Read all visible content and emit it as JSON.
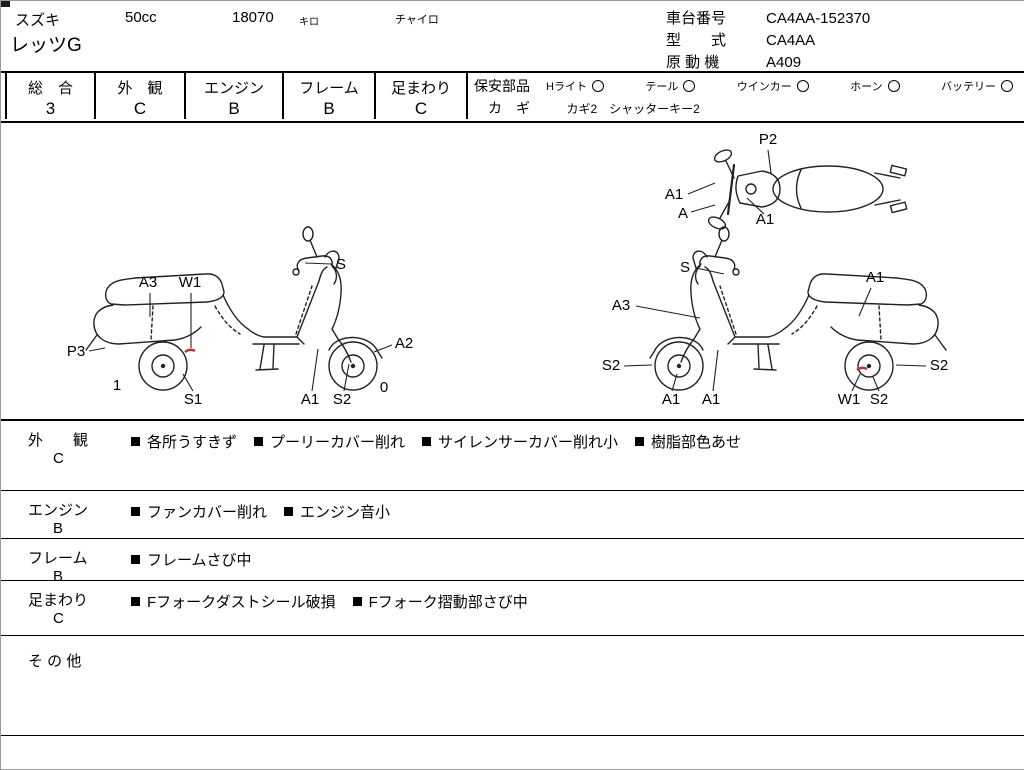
{
  "header": {
    "maker": "スズキ",
    "displacement": "50cc",
    "mileage": "18070",
    "mileage_unit": "キロ",
    "color": "チャイロ",
    "model": "レッツG",
    "chassis_label": "車台番号",
    "chassis_value": "CA4AA-152370",
    "type_label": "型　　式",
    "type_value": "CA4AA",
    "engine_label": "原 動 機",
    "engine_value": "A409"
  },
  "ratings": [
    {
      "label": "総　合",
      "value": "3"
    },
    {
      "label": "外　観",
      "value": "C"
    },
    {
      "label": "エンジン",
      "value": "B"
    },
    {
      "label": "フレーム",
      "value": "B"
    },
    {
      "label": "足まわり",
      "value": "C"
    }
  ],
  "safety": {
    "title": "保安部品",
    "items": [
      "Hライト",
      "テール",
      "ウインカー",
      "ホーン",
      "バッテリー"
    ],
    "keys_label": "カ　ギ",
    "keys_value": "カギ2　シャッターキー2"
  },
  "diagram": {
    "top_view": {
      "labels": [
        "P2",
        "A1",
        "A",
        "A1"
      ]
    },
    "left_view": {
      "labels": [
        "A3",
        "W1",
        "S",
        "P3",
        "A2",
        "1",
        "S1",
        "A1",
        "S2",
        "0"
      ]
    },
    "right_view": {
      "labels": [
        "S",
        "A1",
        "A3",
        "S2",
        "A1",
        "A1",
        "W1",
        "S2",
        "S2"
      ]
    }
  },
  "conditions": [
    {
      "label": "外　　観",
      "grade": "C",
      "notes": [
        "各所うすきず",
        "プーリーカバー削れ",
        "サイレンサーカバー削れ小",
        "樹脂部色あせ"
      ]
    },
    {
      "label": "エンジン",
      "grade": "B",
      "notes": [
        "ファンカバー削れ",
        "エンジン音小"
      ]
    },
    {
      "label": "フレーム",
      "grade": "B",
      "notes": [
        "フレームさび中"
      ]
    },
    {
      "label": "足まわり",
      "grade": "C",
      "notes": [
        "Fフォークダストシール破損",
        "Fフォーク摺動部さび中"
      ]
    },
    {
      "label": "そ の 他",
      "grade": "",
      "notes": []
    }
  ]
}
